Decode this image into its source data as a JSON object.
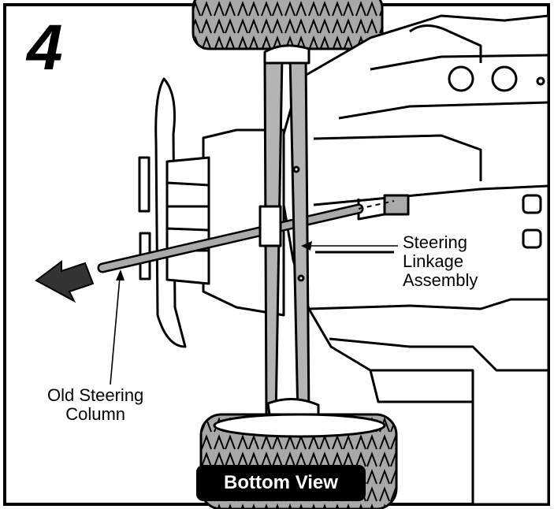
{
  "step_number": "4",
  "callouts": {
    "steering_linkage": [
      "Steering",
      "Linkage",
      "Assembly"
    ],
    "old_column": [
      "Old Steering",
      "Column"
    ]
  },
  "view_badge": "Bottom View",
  "colors": {
    "line": "#000000",
    "part_fill": "#ffffff",
    "rod_fill": "#aaaaaa",
    "arrow": "#333333",
    "badge": "#000000"
  },
  "icons": [
    "removal-arrow-icon"
  ]
}
